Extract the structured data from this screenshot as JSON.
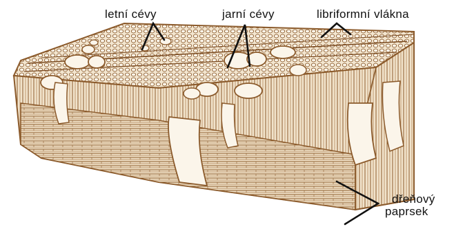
{
  "labels": {
    "summer_vessels": "letní cévy",
    "spring_vessels": "jarní cévy",
    "libriform_fibers": "libriformní vlákna",
    "medullary_ray_line1": "dřeňový",
    "medullary_ray_line2": "paprsek"
  },
  "colors": {
    "wood": "#8b5a2b",
    "wood_light": "#c49a6c",
    "cell_fill": "#f5ead8",
    "pointer": "#111111",
    "background": "#ffffff"
  }
}
